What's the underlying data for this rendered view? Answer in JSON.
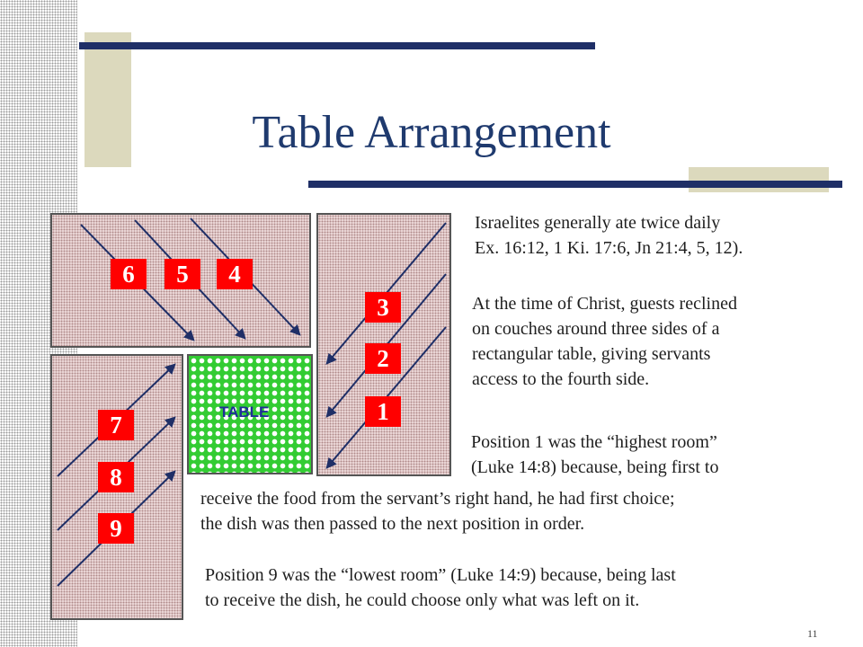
{
  "title": "Table Arrangement",
  "table_label": "TABLE",
  "positions": [
    "1",
    "2",
    "3",
    "4",
    "5",
    "6",
    "7",
    "8",
    "9"
  ],
  "paragraphs": {
    "p1_line1": "Israelites generally ate twice daily",
    "p1_line2": "Ex. 16:12, 1 Ki. 17:6, Jn 21:4, 5, 12).",
    "p2_line1": "At the time of Christ, guests reclined",
    "p2_line2": "on couches around three sides of a",
    "p2_line3": "rectangular table, giving servants",
    "p2_line4": "access to the fourth side.",
    "p3_line1": "Position 1 was the “highest room”",
    "p3_line2": "(Luke 14:8) because, being first to",
    "p3_line3": "receive the food from the servant’s right hand, he had first choice;",
    "p3_line4": "the dish was then passed to the next position in order.",
    "p4_line1": "Position 9 was the “lowest room” (Luke 14:9) because, being last",
    "p4_line2": "to receive the dish, he could choose only what was left on it."
  },
  "page_number": "11",
  "colors": {
    "title": "#1f3a6e",
    "bar": "#1f2f67",
    "accent_block": "#dcd9bd",
    "position_badge": "#ff0000",
    "table": "#33cc33",
    "arrow": "#1f2f67"
  }
}
